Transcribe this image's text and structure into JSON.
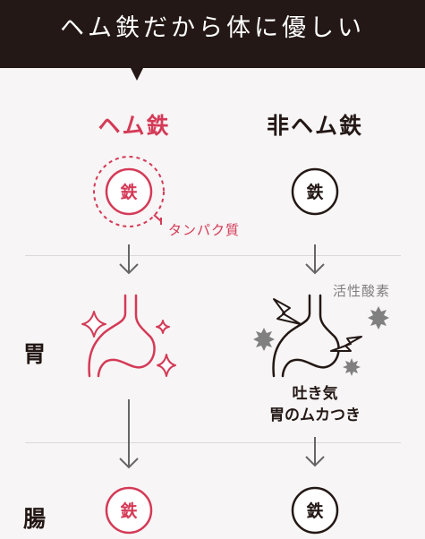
{
  "banner": {
    "title": "ヘム鉄だから体に優しい"
  },
  "columns": {
    "heme": {
      "title": "ヘム鉄",
      "iron_label": "鉄",
      "protein_label": "タンパク質"
    },
    "non_heme": {
      "title": "非ヘム鉄",
      "iron_label": "鉄",
      "oxidant_label": "活性酸素"
    }
  },
  "rows": {
    "stomach": "胃",
    "intestine": "腸"
  },
  "effects": {
    "line1": "吐き気",
    "line2": "胃のムカつき"
  },
  "colors": {
    "heme": "#d43a57",
    "dark": "#231815",
    "gray": "#808080",
    "banner": "#231815"
  }
}
